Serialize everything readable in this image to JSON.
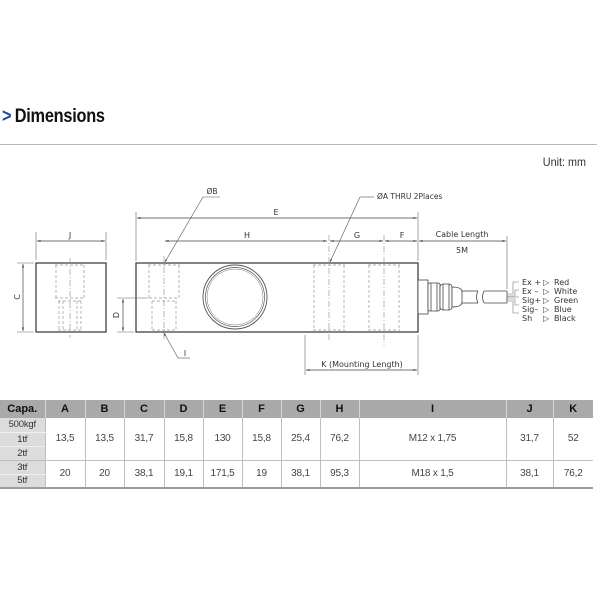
{
  "header": {
    "chevron": ">",
    "title": "Dimensions",
    "unit_label": "Unit: mm"
  },
  "drawing": {
    "labels": {
      "J": "J",
      "C": "C",
      "D": "D",
      "E": "E",
      "H": "H",
      "G": "G",
      "F": "F",
      "I": "I",
      "phiB": "ØB",
      "phiA": "ØA THRU 2Places",
      "cable_length": "Cable Length",
      "cable_value": "5M",
      "K": "K (Mounting Length)"
    },
    "wiring": [
      {
        "signal": "Ex  +",
        "arrow": "▷",
        "color": "Red"
      },
      {
        "signal": "Ex  –",
        "arrow": "▷",
        "color": "White"
      },
      {
        "signal": "Sig+",
        "arrow": "▷",
        "color": "Green"
      },
      {
        "signal": "Sig–",
        "arrow": "▷",
        "color": "Blue"
      },
      {
        "signal": "Sh",
        "arrow": "▷",
        "color": "Black"
      }
    ]
  },
  "table": {
    "columns": [
      "Capa.",
      "A",
      "B",
      "C",
      "D",
      "E",
      "F",
      "G",
      "H",
      "I",
      "J",
      "K"
    ],
    "groups": [
      {
        "capacities": [
          "500kgf",
          "1tf",
          "2tf"
        ],
        "values": {
          "A": "13,5",
          "B": "13,5",
          "C": "31,7",
          "D": "15,8",
          "E": "130",
          "F": "15,8",
          "G": "25,4",
          "H": "76,2",
          "I": "M12 x 1,75",
          "J": "31,7",
          "K": "52"
        }
      },
      {
        "capacities": [
          "3tf",
          "5tf"
        ],
        "values": {
          "A": "20",
          "B": "20",
          "C": "38,1",
          "D": "19,1",
          "E": "171,5",
          "F": "19",
          "G": "38,1",
          "H": "95,3",
          "I": "M18 x 1,5",
          "J": "38,1",
          "K": "76,2"
        }
      }
    ]
  },
  "colors": {
    "chevron": "#1f4fa0",
    "header_bg": "#a9a9a9",
    "capa_bg": "#dcdcdc"
  }
}
